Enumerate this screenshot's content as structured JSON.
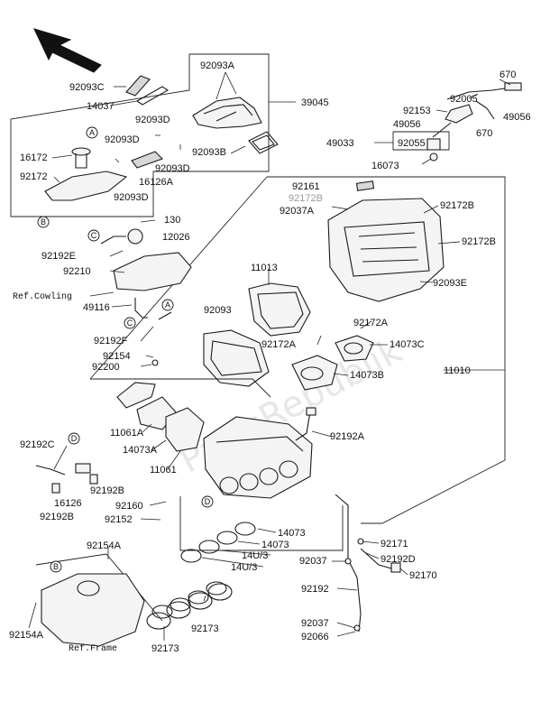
{
  "labels": {
    "p92093C": "92093C",
    "p92093A": "92093A",
    "p14037": "14037",
    "p39045": "39045",
    "p92093D_a": "92093D",
    "p92093D_b": "92093D",
    "p92093B": "92093B",
    "p16172": "16172",
    "p92093D_c": "92093D",
    "p16126A": "16126A",
    "p92172": "92172",
    "p92093D_d": "92093D",
    "p670_a": "670",
    "p92005": "92005",
    "p92153": "92153",
    "p49056_a": "49056",
    "p49056_b": "49056",
    "p670_b": "670",
    "p49033": "49033",
    "p92055": "92055",
    "p16073": "16073",
    "p130": "130",
    "p12026": "12026",
    "p92192E": "92192E",
    "p92210": "92210",
    "ref_cowling": "Ref.Cowling",
    "p49116": "49116",
    "p92192F": "92192F",
    "p92154": "92154",
    "p92200": "92200",
    "p92161": "92161",
    "p92172B_grey": "92172B",
    "p92037A": "92037A",
    "p92172B_a": "92172B",
    "p92172B_b": "92172B",
    "p11013": "11013",
    "p92093E": "92093E",
    "p92093": "92093",
    "p92172A_a": "92172A",
    "p92172A_b": "92172A",
    "p14073C": "14073C",
    "p14073B": "14073B",
    "p11010": "11010",
    "p11061A": "11061A",
    "p14073A": "14073A",
    "p11061": "11061",
    "p92192A": "92192A",
    "p92192C": "92192C",
    "p16126": "16126",
    "p92192B_a": "92192B",
    "p92192B_b": "92192B",
    "p92160": "92160",
    "p92152": "92152",
    "p14073_a": "14073",
    "p14073_b": "14073",
    "p14U3_a": "14U/3",
    "p14U3_b": "14U/3",
    "p92171": "92171",
    "p92037_a": "92037",
    "p92192D": "92192D",
    "p92170": "92170",
    "p92154A_a": "92154A",
    "p92154A_b": "92154A",
    "p92192": "92192",
    "p92037_b": "92037",
    "p92066": "92066",
    "p92173_a": "92173",
    "p92173_b": "92173",
    "ref_frame": "Ref.Frame"
  },
  "markers": {
    "A1": "A",
    "A2": "A",
    "B1": "B",
    "B2": "B",
    "C1": "C",
    "C2": "C",
    "D1": "D",
    "D2": "D"
  },
  "direction_arrow": "front-direction-arrow"
}
